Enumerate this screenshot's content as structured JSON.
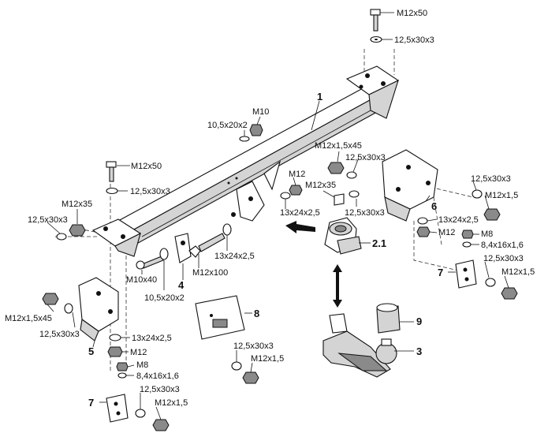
{
  "labels": {
    "top_bolt": "M12x50",
    "top_washer": "12,5x30x3",
    "part_1": "1",
    "m10": "M10",
    "w10": "10,5x20x2",
    "left_bolt": "M12x50",
    "left_washer": "12,5x30x3",
    "m12x35_left": "M12x35",
    "w_left_side": "12,5x30x3",
    "m10x40": "M10x40",
    "part_4": "4",
    "w10_lower": "10,5x20x2",
    "m12x100": "M12x100",
    "w13_mid": "13x24x2,5",
    "m12x15x45_top": "M12x1,5x45",
    "w_top_right": "12,5x30x3",
    "m12_mid": "M12",
    "m12x35_right": "M12x35",
    "w13_right": "13x24x2,5",
    "w_right_mid": "12,5x30x3",
    "part_6": "6",
    "w_far_right": "12,5x30x3",
    "m12x15_right": "M12x1,5",
    "w13_far_right": "13x24x2,5",
    "m12_right": "M12",
    "part_2_1": "2.1",
    "m8_right": "M8",
    "w8_right": "8,4x16x1,6",
    "w_right_low": "12,5x30x3",
    "part_7_right": "7",
    "m12x15_right_low": "M12x1,5",
    "part_8": "8",
    "part_9": "9",
    "part_3": "3",
    "m12x15x45_left": "M12x1,5x45",
    "w_left_low": "12,5x30x3",
    "part_5": "5",
    "w13_left": "13x24x2,5",
    "m12_left": "M12",
    "m8_left": "M8",
    "w8_left": "8,4x16x1,6",
    "w_bottom_mid": "12,5x30x3",
    "m12x15_bottom_mid": "M12x1,5",
    "part_7_left": "7",
    "w_bottom": "12,5x30x3",
    "m12x15_bottom": "M12x1,5"
  }
}
